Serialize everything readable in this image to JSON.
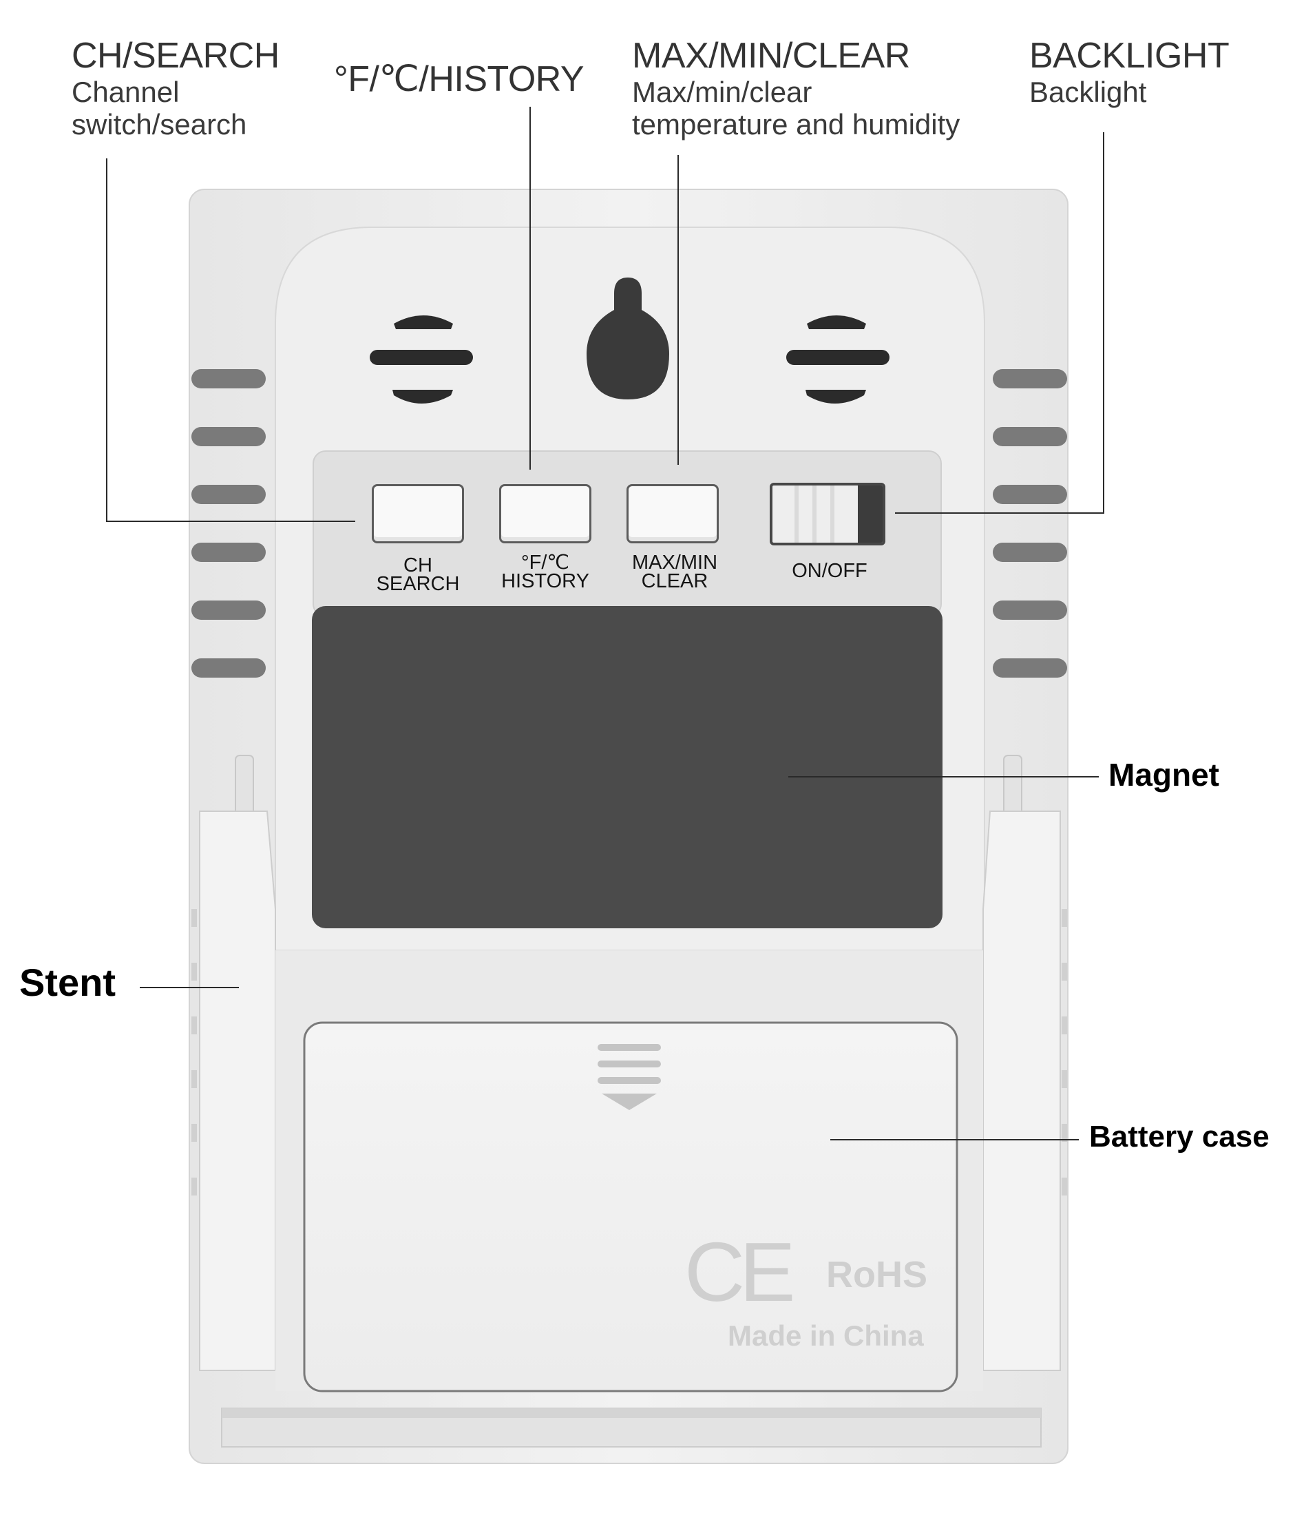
{
  "labels": {
    "ch_search": {
      "title": "CH/SEARCH",
      "line1": "Channel",
      "line2": "switch/search"
    },
    "history": {
      "title": "°F/℃/HISTORY"
    },
    "maxmin": {
      "title": "MAX/MIN/CLEAR",
      "line1": "Max/min/clear",
      "line2": "temperature and humidity"
    },
    "backlight": {
      "title": "BACKLIGHT",
      "line1": "Backlight"
    },
    "magnet": "Magnet",
    "stent": "Stent",
    "battery_case": "Battery case"
  },
  "buttons": {
    "ch": {
      "line1": "CH",
      "line2": "SEARCH"
    },
    "unit": {
      "line1": "°F/℃",
      "line2": "HISTORY"
    },
    "maxmin": {
      "line1": "MAX/MIN",
      "line2": "CLEAR"
    },
    "switch": {
      "label": "ON/OFF"
    }
  },
  "markings": {
    "ce": "CE",
    "rohs": "RoHS",
    "origin": "Made in China"
  },
  "colors": {
    "case": "#eeeeee",
    "panel": "#e2e2e2",
    "magnet": "#4b4b4b",
    "leader": "#2a2a2a"
  }
}
